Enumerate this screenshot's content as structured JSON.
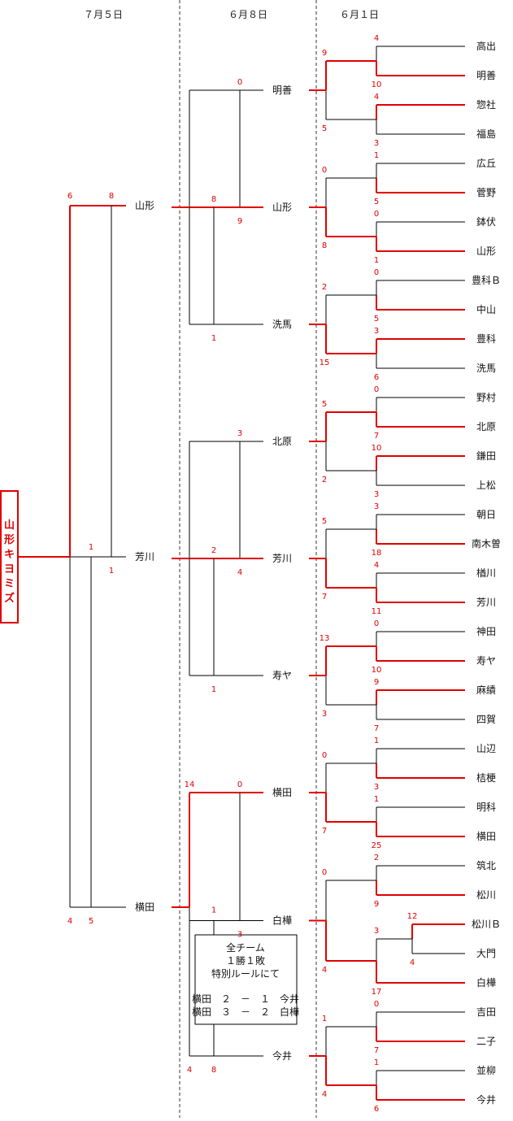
{
  "dates": [
    "７月５日",
    "６月８日",
    "６月１日"
  ],
  "champion": "山形キヨミズ",
  "teams_r1": [
    "高出",
    "明善",
    "惣社",
    "福島",
    "広丘",
    "菅野",
    "鉢伏",
    "山形",
    "豊科Ｂ",
    "中山",
    "豊科",
    "洗馬",
    "野村",
    "北原",
    "鎌田",
    "上松",
    "朝日",
    "南木曽",
    "楢川",
    "芳川",
    "神田",
    "寿ヤ",
    "麻績",
    "四賀",
    "山辺",
    "桔梗",
    "明科",
    "横田",
    "筑北",
    "松川",
    "松川Ｂ",
    "大門",
    "白樺",
    "吉田",
    "二子",
    "並柳",
    "今井"
  ],
  "teams_r2": [
    "明善",
    "山形",
    "洗馬",
    "北原",
    "芳川",
    "寿ヤ",
    "横田",
    "白樺",
    "今井"
  ],
  "teams_r3": [
    "山形",
    "芳川",
    "横田"
  ],
  "scores_r1": [
    "4",
    "10",
    "4",
    "3",
    "1",
    "5",
    "0",
    "1",
    "0",
    "5",
    "3",
    "6",
    "0",
    "7",
    "10",
    "3",
    "3",
    "18",
    "4",
    "11",
    "0",
    "10",
    "9",
    "7",
    "1",
    "3",
    "1",
    "25",
    "2",
    "9",
    "12",
    "4",
    "3",
    "17",
    "0",
    "7",
    "1",
    "6"
  ],
  "scores_r2": [
    "9",
    "5",
    "0",
    "8",
    "2",
    "15",
    "5",
    "2",
    "5",
    "7",
    "13",
    "3",
    "0",
    "7",
    "0",
    "4",
    "1",
    "4"
  ],
  "scores_r3": [
    "0",
    "8",
    "9",
    "1",
    "3",
    "2",
    "4",
    "1",
    "14",
    "0",
    "1",
    "3",
    "4",
    "8"
  ],
  "scores_r4": [
    "6",
    "8",
    "1",
    "1",
    "4",
    "5"
  ],
  "note": [
    "全チーム",
    "１勝１敗",
    "特別ルールにて",
    "横田　２　－　１　今井",
    "横田　３　－　２　白樺"
  ]
}
